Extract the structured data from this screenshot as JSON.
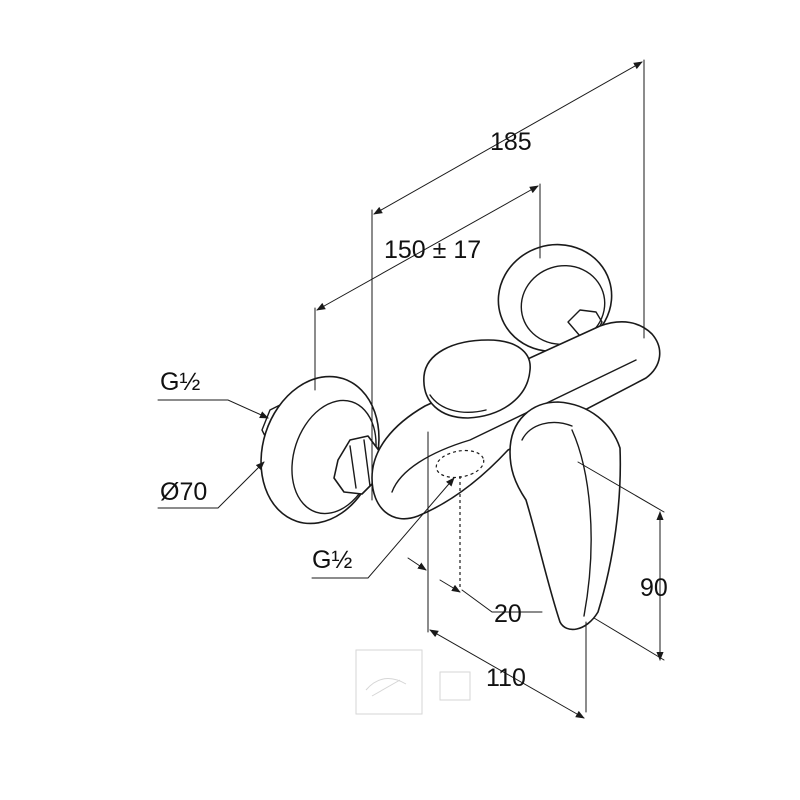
{
  "labels": {
    "overall_width": "185",
    "connection_spacing": "150 ± 17",
    "inlet_thread": "G½",
    "rosette_diameter": "Ø70",
    "outlet_thread": "G½",
    "outlet_offset": "20",
    "projection": "110",
    "lever_height": "90"
  }
}
